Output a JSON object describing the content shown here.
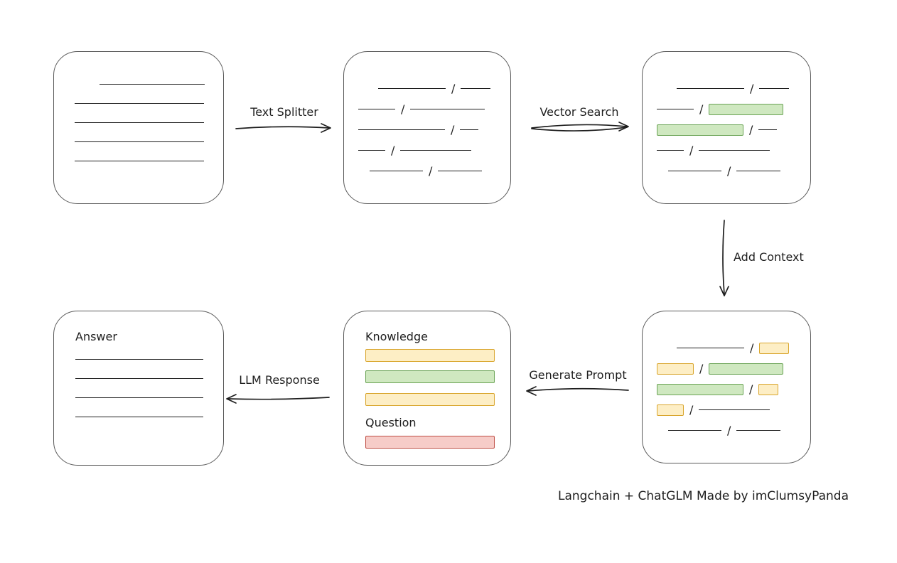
{
  "diagram": {
    "slash": "/",
    "caption": "Langchain + ChatGLM Made by imClumsyPanda",
    "labels": {
      "text_splitter": "Text Splitter",
      "vector_search": "Vector Search",
      "add_context": "Add Context",
      "generate_prompt": "Generate Prompt",
      "llm_response": "LLM Response"
    },
    "prompt_box": {
      "knowledge": "Knowledge",
      "question": "Question"
    },
    "answer_box": {
      "title": "Answer"
    },
    "colors": {
      "line": "#1e1e1e",
      "box_border": "#5a5a5a",
      "green_fill": "#cfe8c0",
      "green_border": "#6ba456",
      "yellow_fill": "#fdeec5",
      "yellow_border": "#d9a62e",
      "red_fill": "#f6ccc8",
      "red_border": "#bf4f45"
    }
  }
}
